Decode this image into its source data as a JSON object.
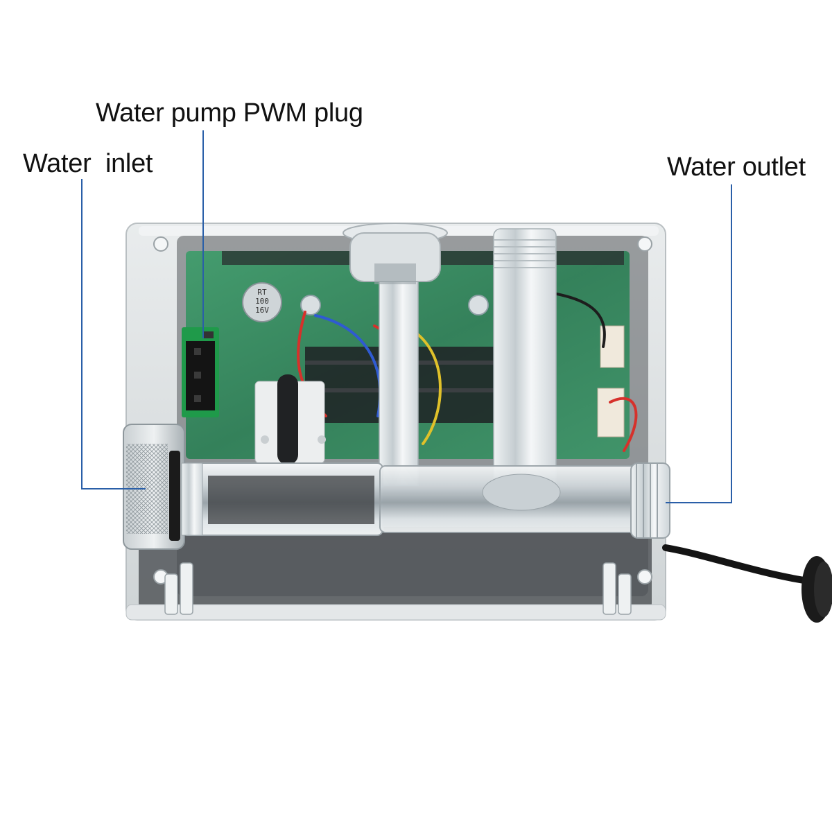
{
  "annotations": {
    "pwm_plug": "Water pump PWM plug",
    "water_inlet": "Water  inlet",
    "water_outlet": "Water outlet"
  },
  "pcb": {
    "capacitor_text": [
      "RT",
      "100",
      "16V"
    ]
  },
  "colors": {
    "leader_line": "#2a5fa8",
    "pcb_green": "#2f8a5a",
    "acrylic": "#dfe3e6"
  }
}
